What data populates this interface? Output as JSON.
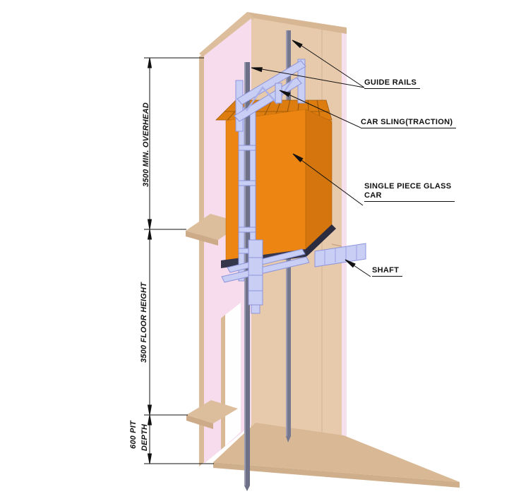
{
  "callouts": {
    "guide_rails": "GUIDE RAILS",
    "car_sling": "CAR SLING(TRACTION)",
    "glass_car_line1": "SINGLE PIECE GLASS",
    "glass_car_line2": "CAR",
    "shaft": "SHAFT"
  },
  "dimensions": {
    "overhead": "3500 MIN. OVERHEAD",
    "floor_height": "3500 FLOOR HEIGHT",
    "pit_line1": "600 PIT",
    "pit_line2": "DEPTH"
  },
  "colors": {
    "background": "#ffffff",
    "shaft_wall_pink": "#f6dcec",
    "wall_interior_tan": "#e7c9ac",
    "rim_tan": "#dcbd9c",
    "floor_tan": "#d9b995",
    "guide_rail_gray": "#75778e",
    "sling_lavender": "#c9cef4",
    "car_orange": "#ec8511",
    "car_side_orange": "#d4760d",
    "car_base_dark": "#35364c",
    "line_black": "#111111"
  }
}
